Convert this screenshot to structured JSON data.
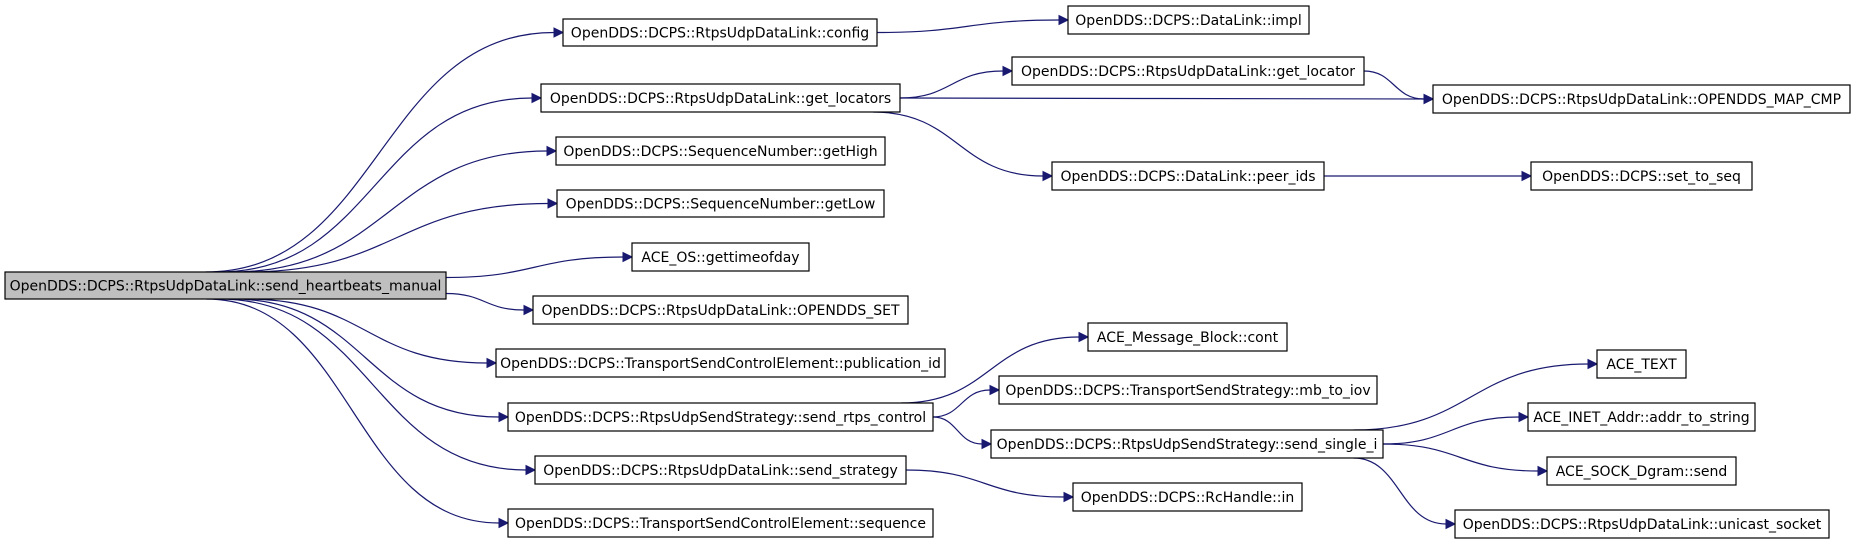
{
  "colors": {
    "edge": "#191970",
    "root_fill": "#bfbfbf",
    "node_fill": "#ffffff",
    "border": "#000000"
  },
  "nodes": [
    {
      "id": "root",
      "label": "OpenDDS::DCPS::RtpsUdpDataLink::send_heartbeats_manual",
      "root": true
    },
    {
      "id": "config",
      "label": "OpenDDS::DCPS::RtpsUdpDataLink::config"
    },
    {
      "id": "get_locators",
      "label": "OpenDDS::DCPS::RtpsUdpDataLink::get_locators"
    },
    {
      "id": "getHigh",
      "label": "OpenDDS::DCPS::SequenceNumber::getHigh"
    },
    {
      "id": "getLow",
      "label": "OpenDDS::DCPS::SequenceNumber::getLow"
    },
    {
      "id": "gettimeofday",
      "label": "ACE_OS::gettimeofday"
    },
    {
      "id": "opendds_set",
      "label": "OpenDDS::DCPS::RtpsUdpDataLink::OPENDDS_SET"
    },
    {
      "id": "publication_id",
      "label": "OpenDDS::DCPS::TransportSendControlElement::publication_id"
    },
    {
      "id": "send_rtps_control",
      "label": "OpenDDS::DCPS::RtpsUdpSendStrategy::send_rtps_control"
    },
    {
      "id": "send_strategy",
      "label": "OpenDDS::DCPS::RtpsUdpDataLink::send_strategy"
    },
    {
      "id": "sequence",
      "label": "OpenDDS::DCPS::TransportSendControlElement::sequence"
    },
    {
      "id": "impl",
      "label": "OpenDDS::DCPS::DataLink::impl"
    },
    {
      "id": "get_locator",
      "label": "OpenDDS::DCPS::RtpsUdpDataLink::get_locator"
    },
    {
      "id": "map_cmp",
      "label": "OpenDDS::DCPS::RtpsUdpDataLink::OPENDDS_MAP_CMP"
    },
    {
      "id": "peer_ids",
      "label": "OpenDDS::DCPS::DataLink::peer_ids"
    },
    {
      "id": "set_to_seq",
      "label": "OpenDDS::DCPS::set_to_seq"
    },
    {
      "id": "mb_cont",
      "label": "ACE_Message_Block::cont"
    },
    {
      "id": "mb_to_iov",
      "label": "OpenDDS::DCPS::TransportSendStrategy::mb_to_iov"
    },
    {
      "id": "send_single_i",
      "label": "OpenDDS::DCPS::RtpsUdpSendStrategy::send_single_i"
    },
    {
      "id": "rchandle_in",
      "label": "OpenDDS::DCPS::RcHandle::in"
    },
    {
      "id": "ace_text",
      "label": "ACE_TEXT"
    },
    {
      "id": "addr_to_string",
      "label": "ACE_INET_Addr::addr_to_string"
    },
    {
      "id": "dgram_send",
      "label": "ACE_SOCK_Dgram::send"
    },
    {
      "id": "unicast_socket",
      "label": "OpenDDS::DCPS::RtpsUdpDataLink::unicast_socket"
    }
  ],
  "edges": [
    {
      "from": "root",
      "to": "config"
    },
    {
      "from": "root",
      "to": "get_locators"
    },
    {
      "from": "root",
      "to": "getHigh"
    },
    {
      "from": "root",
      "to": "getLow"
    },
    {
      "from": "root",
      "to": "gettimeofday"
    },
    {
      "from": "root",
      "to": "opendds_set"
    },
    {
      "from": "root",
      "to": "publication_id"
    },
    {
      "from": "root",
      "to": "send_rtps_control"
    },
    {
      "from": "root",
      "to": "send_strategy"
    },
    {
      "from": "root",
      "to": "sequence"
    },
    {
      "from": "config",
      "to": "impl"
    },
    {
      "from": "get_locators",
      "to": "get_locator"
    },
    {
      "from": "get_locators",
      "to": "map_cmp"
    },
    {
      "from": "get_locators",
      "to": "peer_ids"
    },
    {
      "from": "get_locator",
      "to": "map_cmp"
    },
    {
      "from": "peer_ids",
      "to": "set_to_seq"
    },
    {
      "from": "send_rtps_control",
      "to": "mb_cont"
    },
    {
      "from": "send_rtps_control",
      "to": "mb_to_iov"
    },
    {
      "from": "send_rtps_control",
      "to": "send_single_i"
    },
    {
      "from": "send_strategy",
      "to": "rchandle_in"
    },
    {
      "from": "send_single_i",
      "to": "ace_text"
    },
    {
      "from": "send_single_i",
      "to": "addr_to_string"
    },
    {
      "from": "send_single_i",
      "to": "dgram_send"
    },
    {
      "from": "send_single_i",
      "to": "unicast_socket"
    }
  ]
}
